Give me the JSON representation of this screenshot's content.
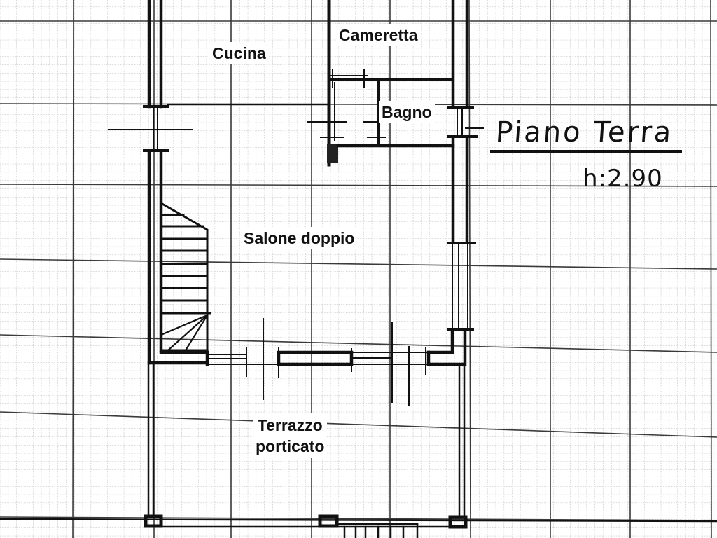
{
  "drawing": {
    "title": "Piano Terra",
    "height_label": "h:2.90",
    "paper": "graph-paper",
    "line_color": "#111111",
    "grid_color": "#8a8a8a",
    "background": "#ffffff"
  },
  "rooms": [
    {
      "id": "cucina",
      "label": "Cucina"
    },
    {
      "id": "cameretta",
      "label": "Cameretta"
    },
    {
      "id": "bagno",
      "label": "Bagno"
    },
    {
      "id": "salone",
      "label": "Salone doppio"
    },
    {
      "id": "terrazzo",
      "label_line1": "Terrazzo",
      "label_line2": "porticato"
    }
  ],
  "features": {
    "staircase": "stair-icon",
    "windows": "window-icon",
    "columns": "column-icon",
    "railing": "railing-icon"
  }
}
